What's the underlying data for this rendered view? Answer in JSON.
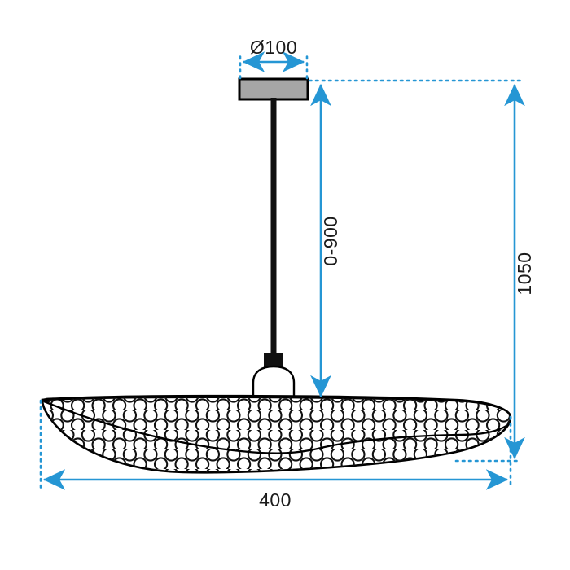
{
  "drawing": {
    "type": "technical-dimension-drawing",
    "subject": "pendant-ceiling-lamp",
    "units": "mm",
    "background_color": "#ffffff",
    "line_color": "#000000",
    "dimension_color": "#2596d4",
    "canopy_fill_color": "#a6a6a6"
  },
  "dimensions": {
    "canopy_diameter": {
      "label": "Ø100",
      "name": "canopy-diameter",
      "orientation": "horizontal",
      "value": 100
    },
    "cord_drop": {
      "label": "0-900",
      "name": "cord-adjustable-drop",
      "orientation": "vertical-rotated",
      "value_min": 0,
      "value_max": 900
    },
    "total_height": {
      "label": "1050",
      "name": "total-height",
      "orientation": "vertical-rotated",
      "value": 1050
    },
    "shade_width": {
      "label": "400",
      "name": "shade-width",
      "orientation": "horizontal",
      "value": 400
    }
  },
  "parts": {
    "canopy": "ceiling-canopy",
    "cord": "suspension-cord",
    "socket": "lamp-socket",
    "shade": "perforated-shade",
    "texture": "circle-perforation-pattern"
  }
}
